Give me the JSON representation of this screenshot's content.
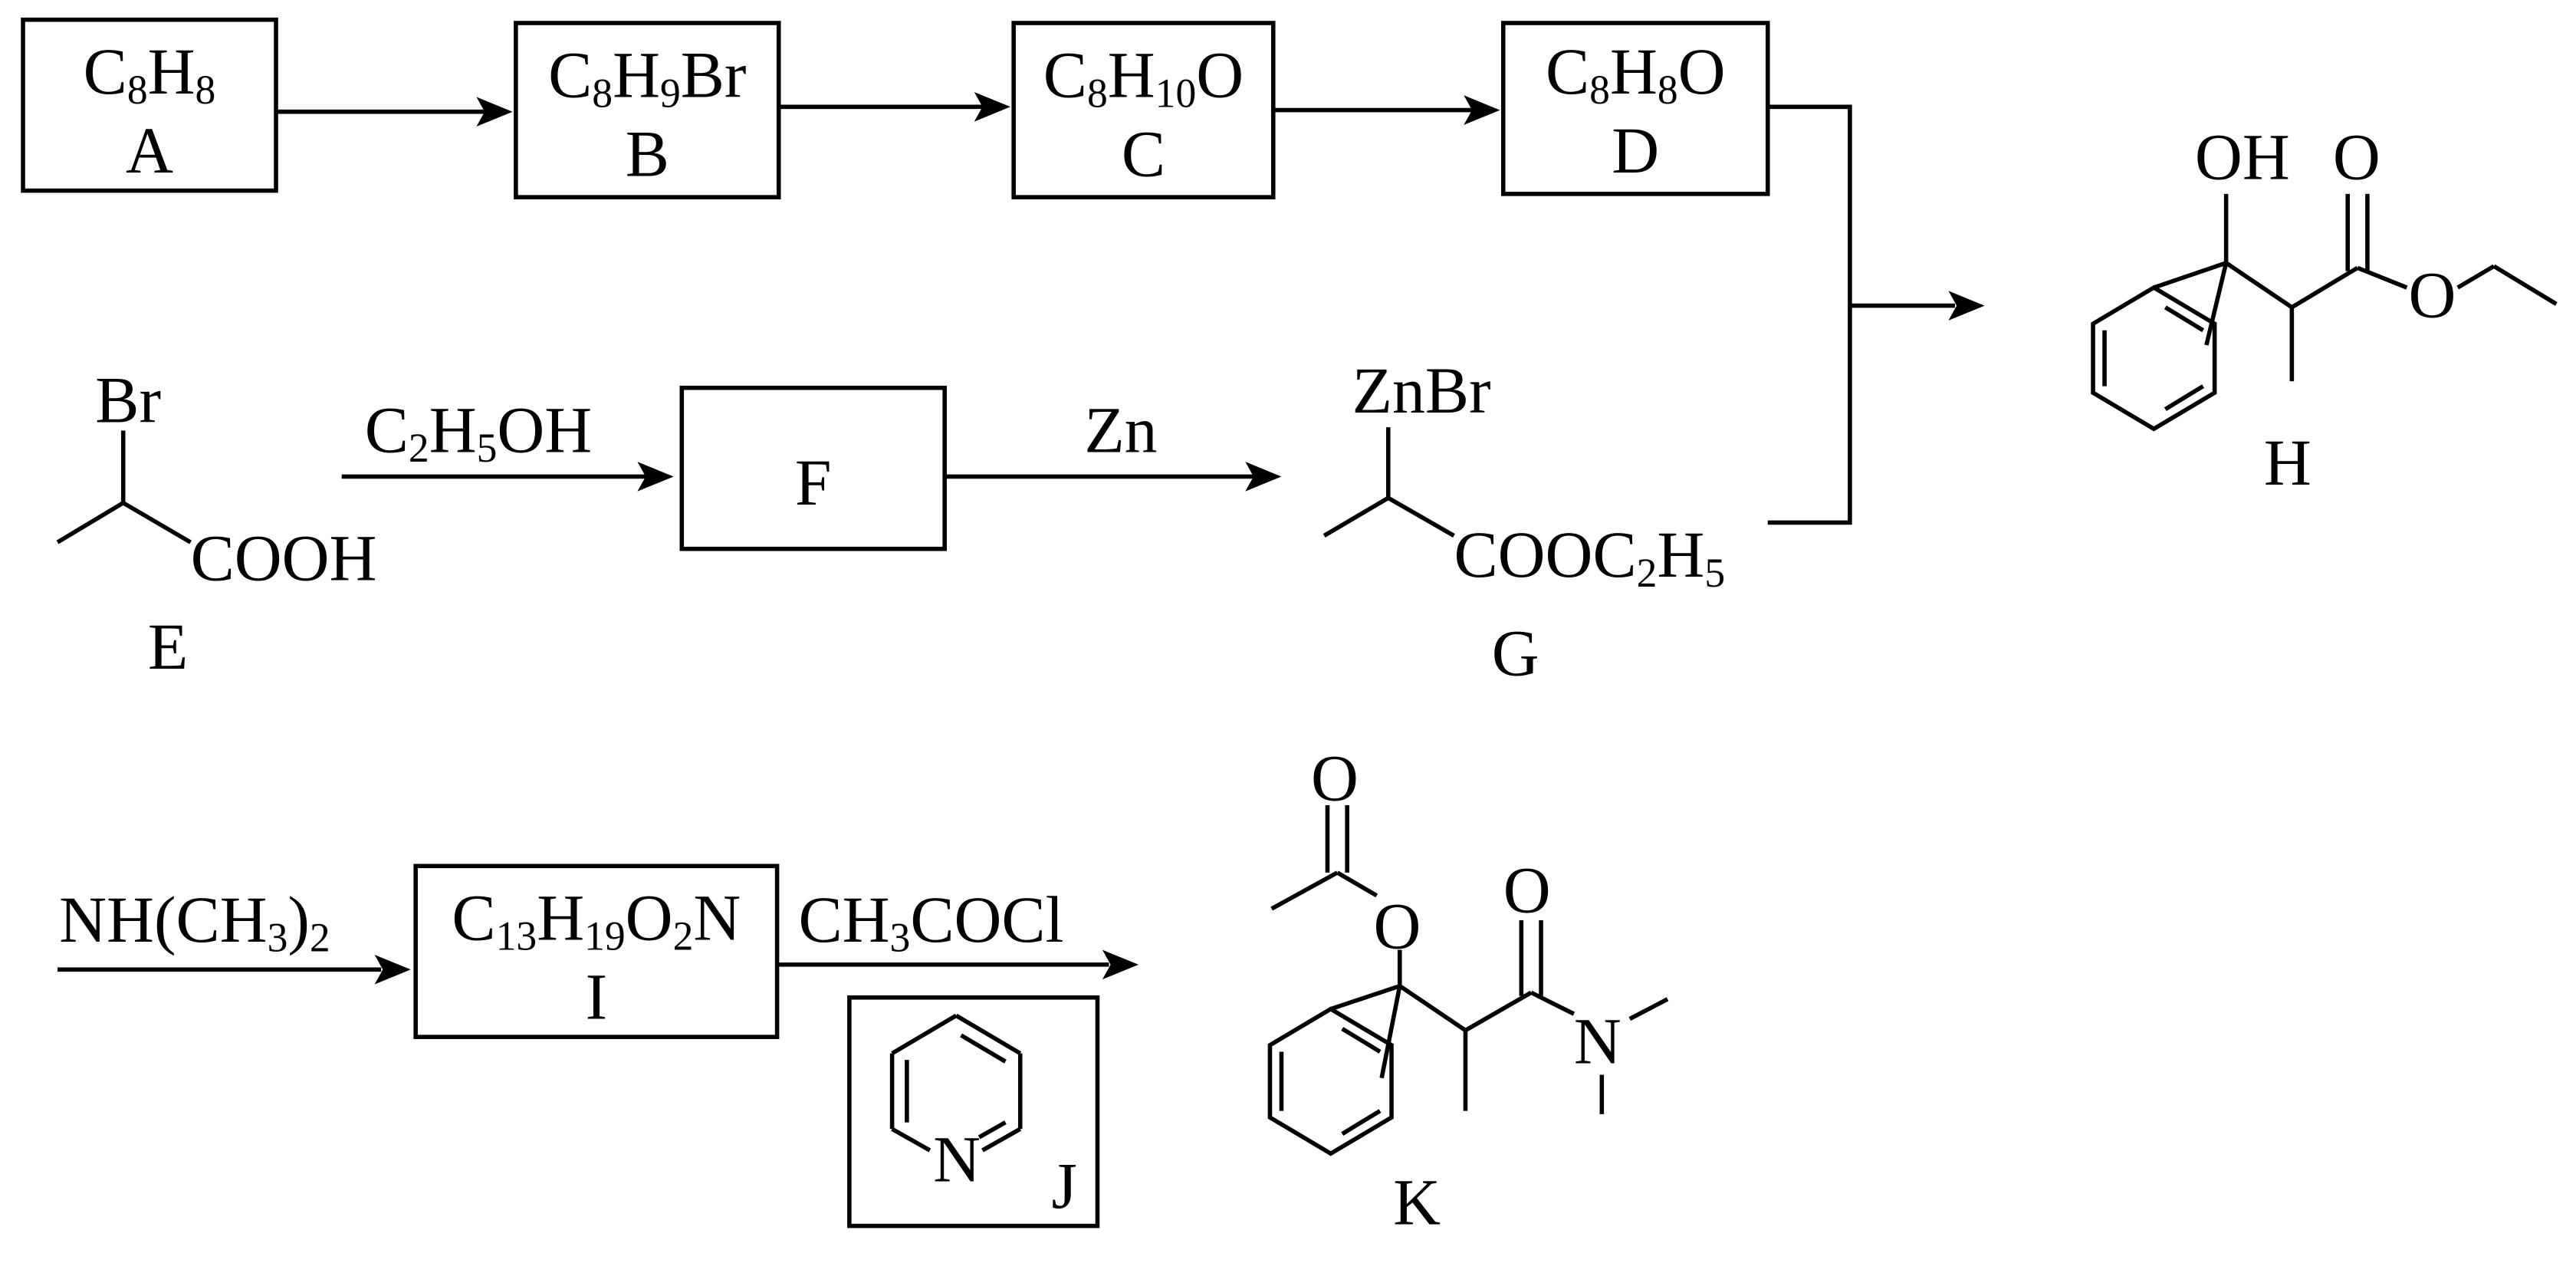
{
  "row1": {
    "A": {
      "formula": [
        "C",
        "8",
        "H",
        "8"
      ],
      "letter": "A"
    },
    "B": {
      "formula": [
        "C",
        "8",
        "H",
        "9",
        "Br"
      ],
      "letter": "B"
    },
    "C": {
      "formula": [
        "C",
        "8",
        "H",
        "10",
        "O"
      ],
      "letter": "C"
    },
    "D": {
      "formula": [
        "C",
        "8",
        "H",
        "8",
        "O"
      ],
      "letter": "D"
    }
  },
  "row2": {
    "E": {
      "br": "Br",
      "cooh": "COOH",
      "letter": "E"
    },
    "reagent_ethanol": [
      "C",
      "2",
      "H",
      "5",
      "OH"
    ],
    "F": {
      "letter": "F"
    },
    "reagent_zn": "Zn",
    "G": {
      "znbr": "ZnBr",
      "ester": [
        "COOC",
        "2",
        "H",
        "5"
      ],
      "letter": "G"
    },
    "H": {
      "oh": "OH",
      "carbonyl_o": "O",
      "ester_o": "O",
      "letter": "H"
    }
  },
  "row3": {
    "reagent_amine": [
      "NH(CH",
      "3",
      ")",
      "2"
    ],
    "I": {
      "formula": [
        "C",
        "13",
        "H",
        "19",
        "O",
        "2",
        "N"
      ],
      "letter": "I"
    },
    "reagent_acyl": [
      "CH",
      "3",
      "COCl"
    ],
    "J": {
      "n": "N",
      "letter": "J"
    },
    "K": {
      "carbonyl_o1": "O",
      "ester_o": "O",
      "carbonyl_o2": "O",
      "n": "N",
      "letter": "K"
    }
  }
}
